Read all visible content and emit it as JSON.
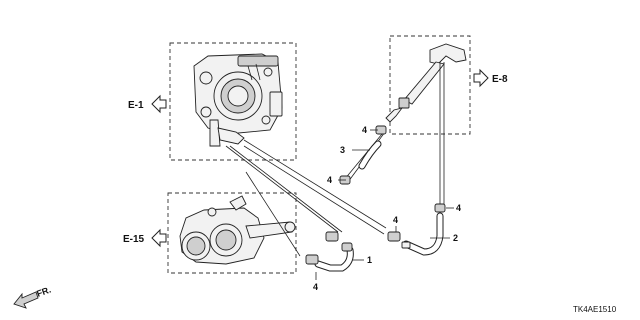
{
  "refs": {
    "e1": "E-1",
    "e8": "E-8",
    "e15": "E-15"
  },
  "callouts": {
    "hose_1": "1",
    "hose_2": "2",
    "hose_3": "3",
    "clip_a": "4",
    "clip_b": "4",
    "clip_c": "4",
    "clip_d": "4",
    "clip_e": "4"
  },
  "front_marker": "FR.",
  "diagram_code": "TK4AE1510"
}
